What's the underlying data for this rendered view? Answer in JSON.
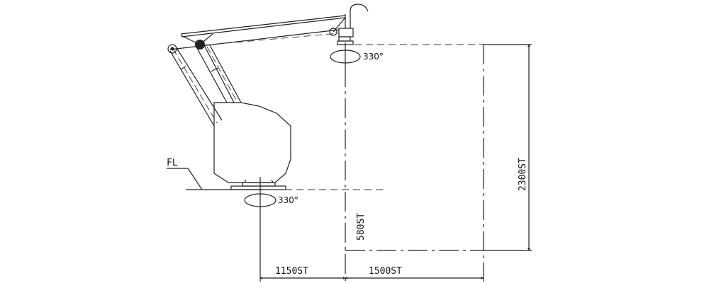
{
  "drawing": {
    "type": "robot-arm-work-envelope",
    "labels": {
      "floor_level": "FL",
      "base_rotation": "330°",
      "wrist_rotation": "330°",
      "vertical_stroke": "2300ST",
      "lower_vertical_offset": "580ST",
      "horizontal_near": "1150ST",
      "horizontal_far": "1500ST"
    },
    "colors": {
      "line": "#222222",
      "background": "#ffffff"
    }
  }
}
